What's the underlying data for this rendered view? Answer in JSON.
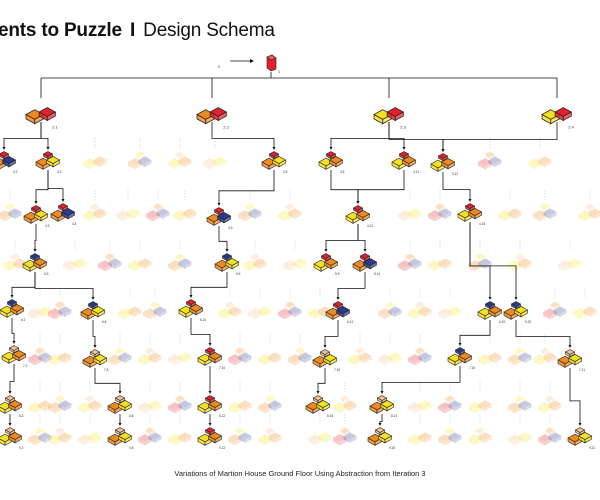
{
  "header": {
    "title_bold": "ents to Puzzle",
    "title_separator": "I",
    "title_regular": "Design Schema"
  },
  "caption": "Variations of Martion House Ground Floor Using Abstraction from Iteration 3",
  "start_labels": {
    "seed": "0",
    "first": "1"
  },
  "colors": {
    "yellow": "#f7e11c",
    "orange": "#f08a1c",
    "red": "#e5202a",
    "blue": "#2b3a8f",
    "peach": "#f6c28b",
    "line": "#111111",
    "faded_line": "#bbbbbb"
  },
  "diagram_nodes": [
    {
      "label": "2.1",
      "colors": [
        "orange",
        "red"
      ],
      "active": true
    },
    {
      "label": "2.2",
      "colors": [
        "orange",
        "red"
      ],
      "active": true
    },
    {
      "label": "2.3",
      "colors": [
        "yellow",
        "red"
      ],
      "active": true
    },
    {
      "label": "2.4",
      "colors": [
        "yellow",
        "red"
      ],
      "active": true
    },
    {
      "label": "3.2",
      "colors": [
        "orange",
        "blue",
        "red"
      ],
      "active": true
    },
    {
      "label": "3.3",
      "colors": [
        "orange",
        "yellow",
        "red"
      ],
      "active": true
    },
    {
      "label": "3.6",
      "colors": [
        "orange",
        "yellow",
        "red"
      ],
      "active": true
    },
    {
      "label": "3.8",
      "colors": [
        "yellow",
        "orange",
        "red"
      ],
      "active": true
    },
    {
      "label": "3.11",
      "colors": [
        "yellow",
        "orange",
        "red"
      ],
      "active": true
    },
    {
      "label": "3.12",
      "colors": [
        "yellow",
        "orange",
        "red"
      ],
      "active": true
    },
    {
      "label": "4.3",
      "colors": [
        "orange",
        "yellow",
        "red"
      ],
      "active": true
    },
    {
      "label": "4.4",
      "colors": [
        "orange",
        "blue",
        "red"
      ],
      "active": true
    },
    {
      "label": "4.9",
      "colors": [
        "orange",
        "blue",
        "red"
      ],
      "active": true
    },
    {
      "label": "4.12",
      "colors": [
        "yellow",
        "orange",
        "red"
      ],
      "active": true
    },
    {
      "label": "4.15",
      "colors": [
        "yellow",
        "orange",
        "red"
      ],
      "active": true
    },
    {
      "label": "5.3",
      "colors": [
        "yellow",
        "orange",
        "blue"
      ],
      "active": true
    },
    {
      "label": "5.6",
      "colors": [
        "orange",
        "yellow",
        "blue"
      ],
      "active": true
    },
    {
      "label": "5.9",
      "colors": [
        "yellow",
        "orange",
        "red"
      ],
      "active": true
    },
    {
      "label": "5.14",
      "colors": [
        "orange",
        "blue",
        "red"
      ],
      "active": true
    },
    {
      "label": "6.2",
      "colors": [
        "yellow",
        "orange",
        "blue"
      ],
      "active": true
    },
    {
      "label": "6.8",
      "colors": [
        "orange",
        "yellow",
        "blue"
      ],
      "active": true
    },
    {
      "label": "6.10",
      "colors": [
        "yellow",
        "orange",
        "red"
      ],
      "active": true
    },
    {
      "label": "6.14",
      "colors": [
        "orange",
        "blue",
        "red"
      ],
      "active": true
    },
    {
      "label": "6.19",
      "colors": [
        "yellow",
        "orange",
        "blue"
      ],
      "active": true
    },
    {
      "label": "6.20",
      "colors": [
        "orange",
        "yellow",
        "blue"
      ],
      "active": true
    },
    {
      "label": "7.3",
      "colors": [
        "yellow",
        "orange",
        "peach"
      ],
      "active": true
    },
    {
      "label": "7.8",
      "colors": [
        "orange",
        "yellow",
        "peach"
      ],
      "active": true
    },
    {
      "label": "7.10",
      "colors": [
        "yellow",
        "orange",
        "red"
      ],
      "active": true
    },
    {
      "label": "7.15",
      "colors": [
        "orange",
        "yellow",
        "peach"
      ],
      "active": true
    },
    {
      "label": "7.16",
      "colors": [
        "yellow",
        "orange",
        "blue"
      ],
      "active": true
    },
    {
      "label": "7.21",
      "colors": [
        "orange",
        "yellow",
        "peach"
      ],
      "active": true
    },
    {
      "label": "8.2",
      "colors": [
        "yellow",
        "orange",
        "peach"
      ],
      "active": true
    },
    {
      "label": "8.8",
      "colors": [
        "orange",
        "yellow",
        "peach"
      ],
      "active": true
    },
    {
      "label": "8.12",
      "colors": [
        "yellow",
        "orange",
        "red"
      ],
      "active": true
    },
    {
      "label": "8.15",
      "colors": [
        "orange",
        "yellow",
        "peach"
      ],
      "active": true
    },
    {
      "label": "8.21",
      "colors": [
        "orange",
        "yellow",
        "peach"
      ],
      "active": true
    },
    {
      "label": "9.2",
      "colors": [
        "yellow",
        "orange",
        "peach"
      ],
      "active": true
    },
    {
      "label": "9.8",
      "colors": [
        "orange",
        "yellow",
        "peach"
      ],
      "active": true
    },
    {
      "label": "9.12",
      "colors": [
        "yellow",
        "orange",
        "red"
      ],
      "active": true
    },
    {
      "label": "9.16",
      "colors": [
        "orange",
        "yellow",
        "peach"
      ],
      "active": true
    },
    {
      "label": "9.21",
      "colors": [
        "orange",
        "yellow",
        "peach"
      ],
      "active": true
    }
  ]
}
